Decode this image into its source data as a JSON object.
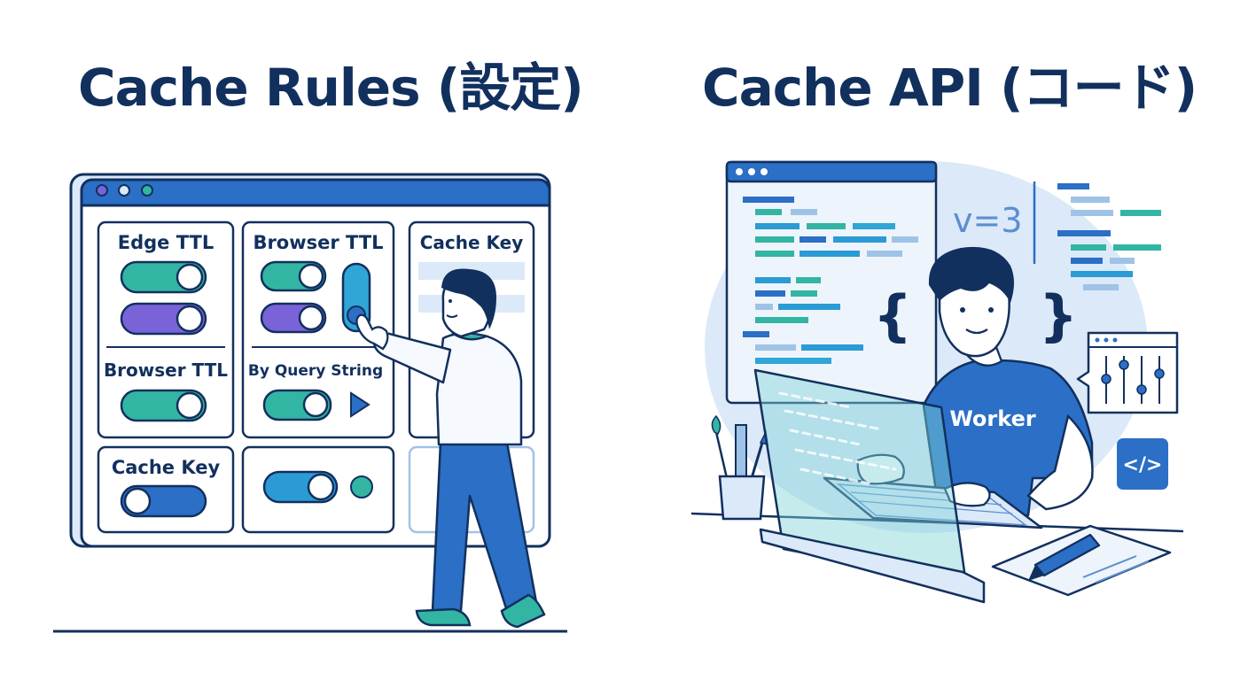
{
  "left": {
    "title": "Cache Rules (設定)",
    "panels": {
      "edge_ttl": "Edge TTL",
      "browser_ttl_top": "Browser TTL",
      "cache_key_top": "Cache Key",
      "browser_ttl_bottom": "Browser TTL",
      "by_query_string": "By Query String",
      "cache_key_bottom": "Cache Key"
    }
  },
  "right": {
    "title": "Cache API (コード)",
    "equation": "v=3",
    "open_brace": "{",
    "close_brace": "}",
    "shirt_text": "Worker",
    "code_icon": "</>"
  },
  "colors": {
    "navy": "#12305e",
    "blue": "#2b6fc6",
    "teal": "#32b6a3",
    "purple": "#7a63d9",
    "light_blue": "#dce9f8"
  },
  "icons": [
    "window-dots-icon",
    "toggle-switch-icon",
    "play-triangle-icon",
    "sliders-icon",
    "code-brackets-icon",
    "pencil-icon",
    "pen-cup-icon"
  ]
}
